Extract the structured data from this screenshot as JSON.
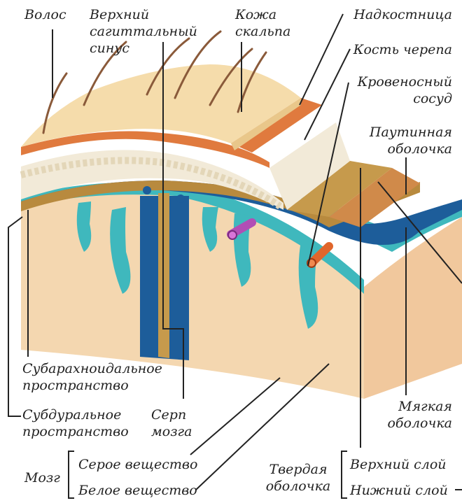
{
  "labels": {
    "hair": "Волос",
    "sinus_l1": "Верхний",
    "sinus_l2": "сагиттальный",
    "sinus_l3": "синус",
    "scalp_l1": "Кожа",
    "scalp_l2": "скальпа",
    "periosteum": "Надкостница",
    "skull": "Кость черепа",
    "vessel_l1": "Кровеносный",
    "vessel_l2": "сосуд",
    "arachnoid_l1": "Паутинная",
    "arachnoid_l2": "оболочка",
    "subarachnoid_l1": "Субарахноидальное",
    "subarachnoid_l2": "пространство",
    "subdural_l1": "Субдуральное",
    "subdural_l2": "пространство",
    "falx_l1": "Серп",
    "falx_l2": "мозга",
    "pia_l1": "Мягкая",
    "pia_l2": "оболочка",
    "brain": "Мозг",
    "gray": "Серое вещество",
    "white": "Белое вещество",
    "dura_l1": "Твердая",
    "dura_l2": "оболочка",
    "upper": "Верхний слой",
    "lower": "Нижний слой"
  },
  "colors": {
    "scalp": "#f5dcab",
    "scalp_edge": "#e9c78a",
    "periosteum": "#e07a3e",
    "bone": "#f2ead8",
    "dura": "#b88a3e",
    "dura_front": "#c69a4c",
    "arachnoid": "#1d5d9a",
    "csf": "#3fb8bd",
    "gray_matter": "#f4d7b0",
    "brain_side": "#f1c89d",
    "vessel_red": "#e0662b",
    "vessel_purple": "#b14eb5",
    "line": "#222222"
  }
}
